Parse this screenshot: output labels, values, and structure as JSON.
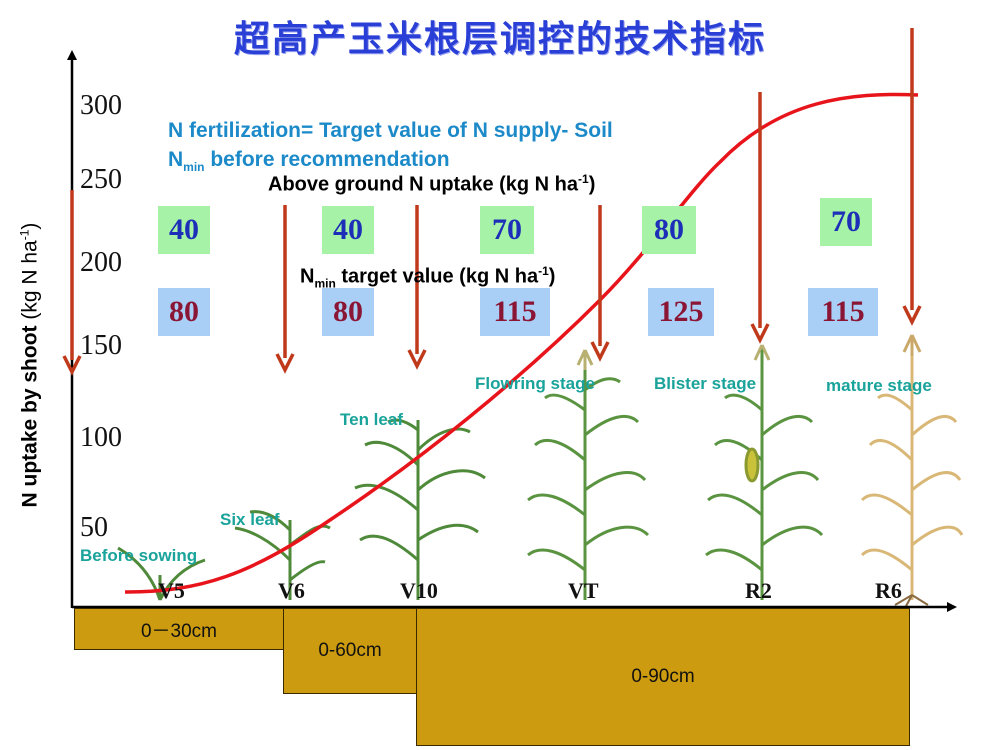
{
  "title": "超高产玉米根层调控的技术指标",
  "y_axis": {
    "label": "N uptake by shoot",
    "unit": "(kg N ha",
    "unit_sup": "-1",
    "unit_close": ")",
    "ticks": [
      "300",
      "250",
      "200",
      "150",
      "100",
      "50"
    ]
  },
  "formula": {
    "line1": "N fertilization= Target value of N supply- Soil",
    "line2_main": "N",
    "line2_sub": "min",
    "line2_rest": " before recommendation"
  },
  "header_uptake": {
    "text": "Above ground N uptake (kg N ha",
    "sup": "-1",
    "close": ")"
  },
  "header_nmin": {
    "main": "N",
    "sub": "min",
    "text": " target value (kg N ha",
    "sup": "-1",
    "close": ")"
  },
  "uptake_values": [
    "40",
    "40",
    "70",
    "80",
    "70"
  ],
  "nmin_values": [
    "80",
    "80",
    "115",
    "125",
    "115"
  ],
  "stages": [
    "Before sowing",
    "Six leaf",
    "Ten leaf",
    "Flowring stage",
    "Blister stage",
    "mature stage"
  ],
  "x_ticks": [
    "V5",
    "V6",
    "V10",
    "VT",
    "R2",
    "R6"
  ],
  "soil_layers": [
    "0－30cm",
    "0-60cm",
    "0-90cm"
  ],
  "colors": {
    "title": "#2a3fd6",
    "formula": "#1c8ac9",
    "stage_label": "#1aa39a",
    "curve": "#e8141b",
    "arrow": "#c0391b",
    "uptake_box": "#a6f2a6",
    "nmin_box": "#a9cff6",
    "soil": "#cc9b0f"
  }
}
